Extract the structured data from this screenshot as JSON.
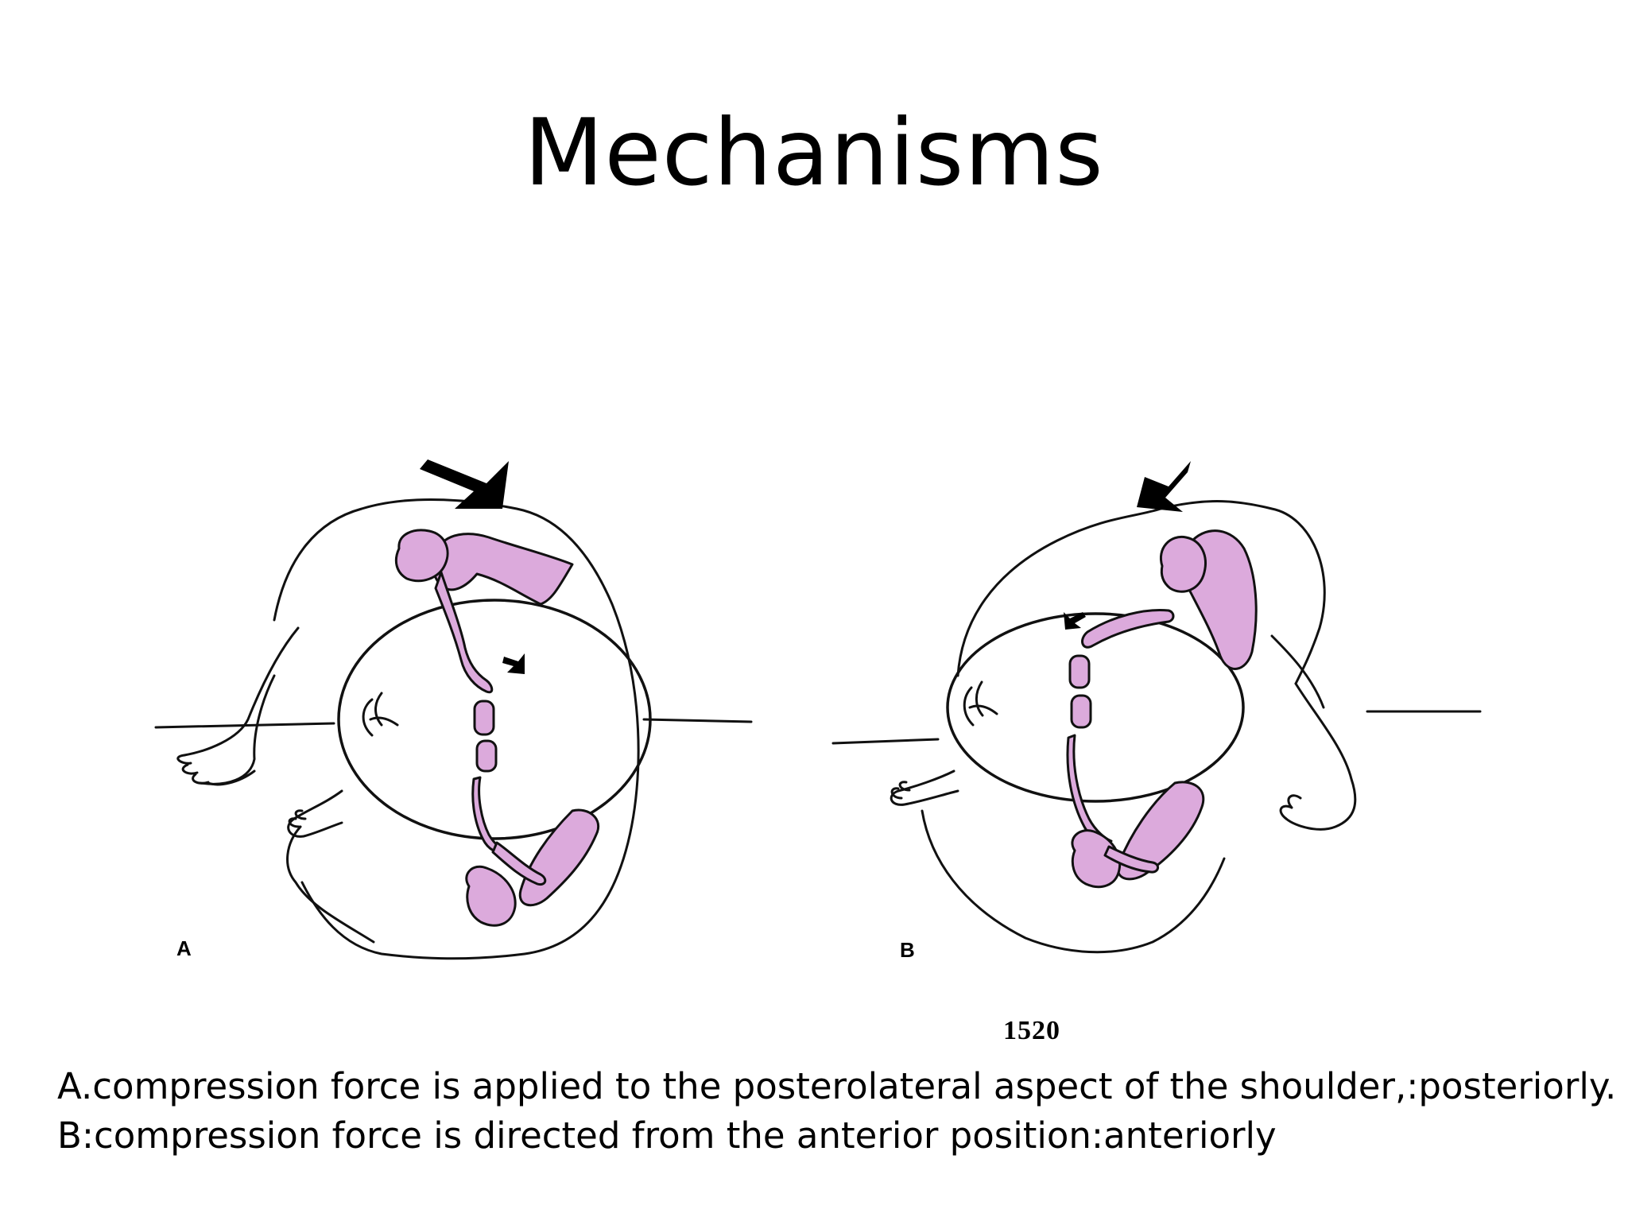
{
  "slide": {
    "title": "Mechanisms"
  },
  "figure": {
    "panel_a_label": "A",
    "panel_b_label": "B",
    "figure_number": "1520",
    "colors": {
      "bone": "#dcaadc",
      "outline": "#111111",
      "arrow": "#000000"
    }
  },
  "caption": {
    "line_a": "A.compression force is applied to the posterolateral aspect of the shoulder,:posteriorly.",
    "line_b": "B:compression force is directed from the anterior position:anteriorly"
  }
}
